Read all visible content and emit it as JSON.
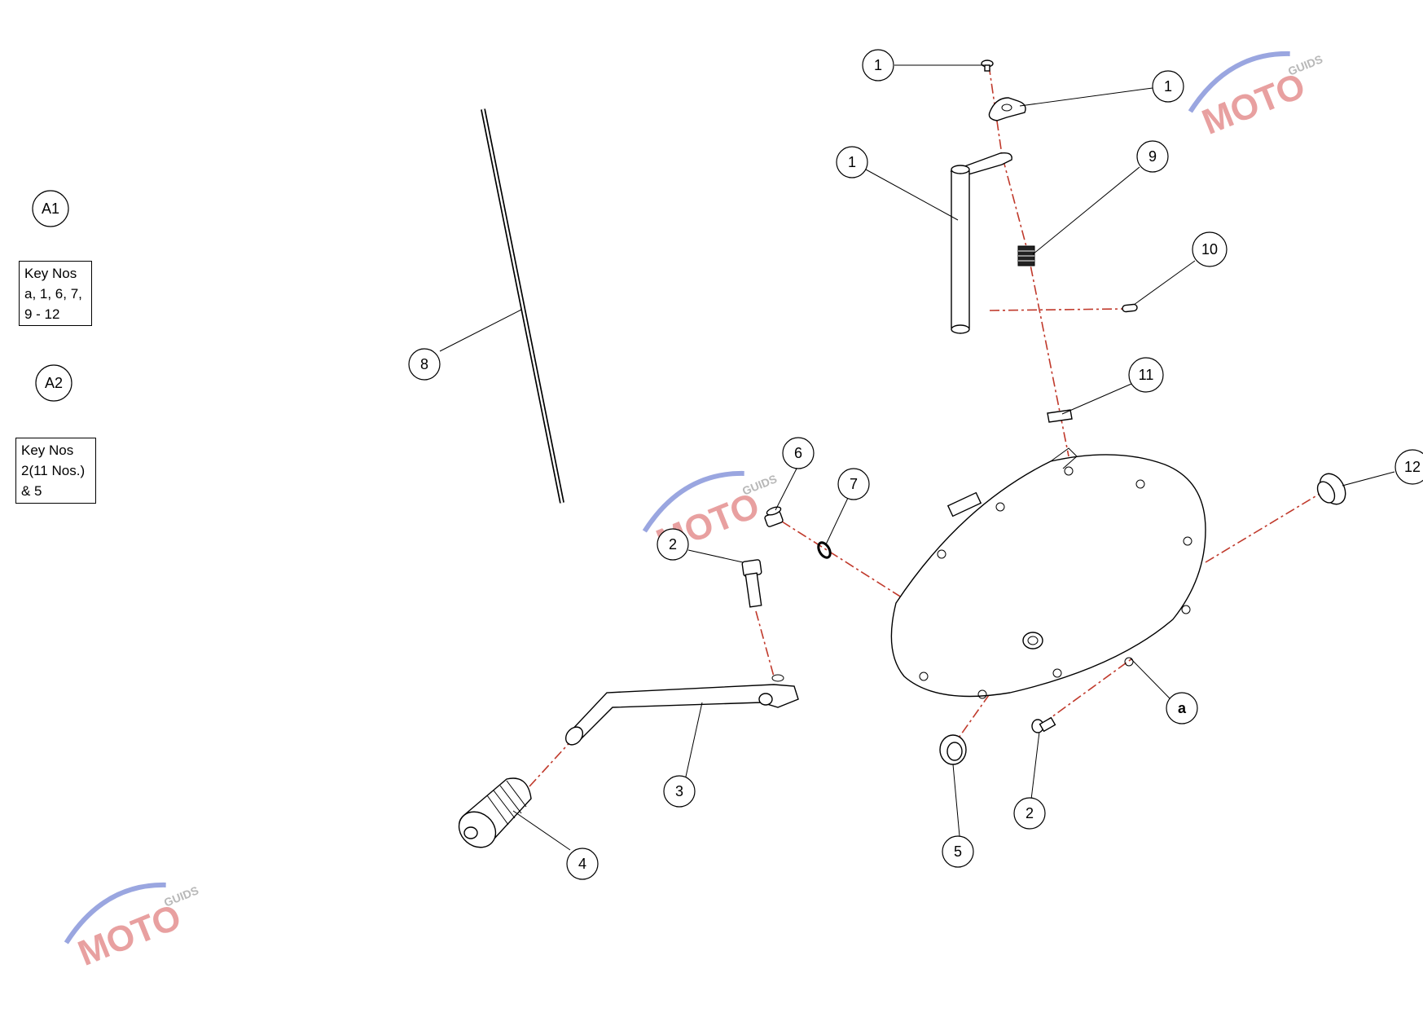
{
  "legend": {
    "groups": [
      {
        "id": "A1",
        "lines": [
          "Key Nos",
          "a, 1, 6, 7,",
          "9 - 12"
        ]
      },
      {
        "id": "A2",
        "lines": [
          "Key Nos",
          "2(11 Nos.)",
          "& 5"
        ]
      }
    ]
  },
  "callouts": {
    "c1_top": "1",
    "c1_clamp": "1",
    "c1_shaft": "1",
    "c9": "9",
    "c10": "10",
    "c11": "11",
    "c8": "8",
    "c6": "6",
    "c7": "7",
    "c2_left": "2",
    "c12": "12",
    "c3": "3",
    "c4": "4",
    "c5": "5",
    "c2_bottom": "2",
    "ca": "a"
  },
  "watermark": {
    "brand": "MOTO",
    "tag": "GUIDS"
  },
  "colors": {
    "axis": "#c0392b",
    "watermark_blue": "#9aa6e0",
    "watermark_red": "#e8a0a0",
    "watermark_grey": "#b8b8b8"
  }
}
